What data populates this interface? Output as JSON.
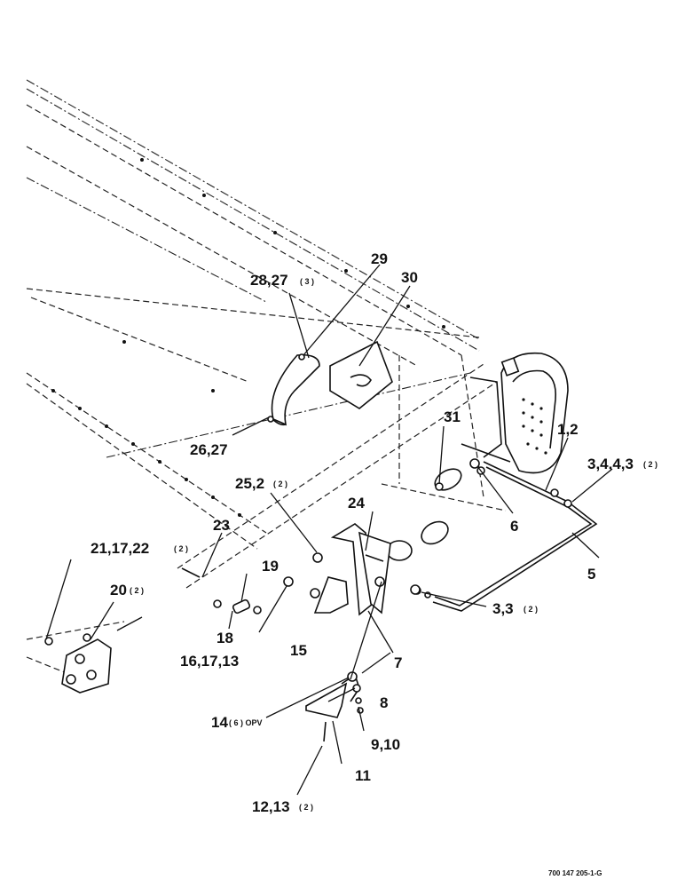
{
  "callouts": {
    "c29": "29",
    "c30": "30",
    "c28_27": "28,27",
    "c28_27_qty": "( 3 )",
    "c26_27": "26,27",
    "c31": "31",
    "c1_2": "1,2",
    "c3_4_4_3": "3,4,4,3",
    "c3_4_4_3_qty": "( 2 )",
    "c25_2": "25,2",
    "c25_2_qty": "( 2 )",
    "c24": "24",
    "c6": "6",
    "c23": "23",
    "c5": "5",
    "c21_17_22": "21,17,22",
    "c21_17_22_qty": "( 2 )",
    "c19": "19",
    "c20": "20",
    "c20_qty": "( 2 )",
    "c3_3": "3,3",
    "c3_3_qty": "( 2 )",
    "c18": "18",
    "c16_17_13": "16,17,13",
    "c15": "15",
    "c7": "7",
    "c8": "8",
    "c14": "14",
    "c14_qty": "( 6 ) OPV",
    "c9_10": "9,10",
    "c11": "11",
    "c12_13": "12,13",
    "c12_13_qty": "( 2 )"
  },
  "drawing_number": "700 147 205-1-G",
  "colors": {
    "ink": "#111111",
    "paper": "#ffffff"
  }
}
